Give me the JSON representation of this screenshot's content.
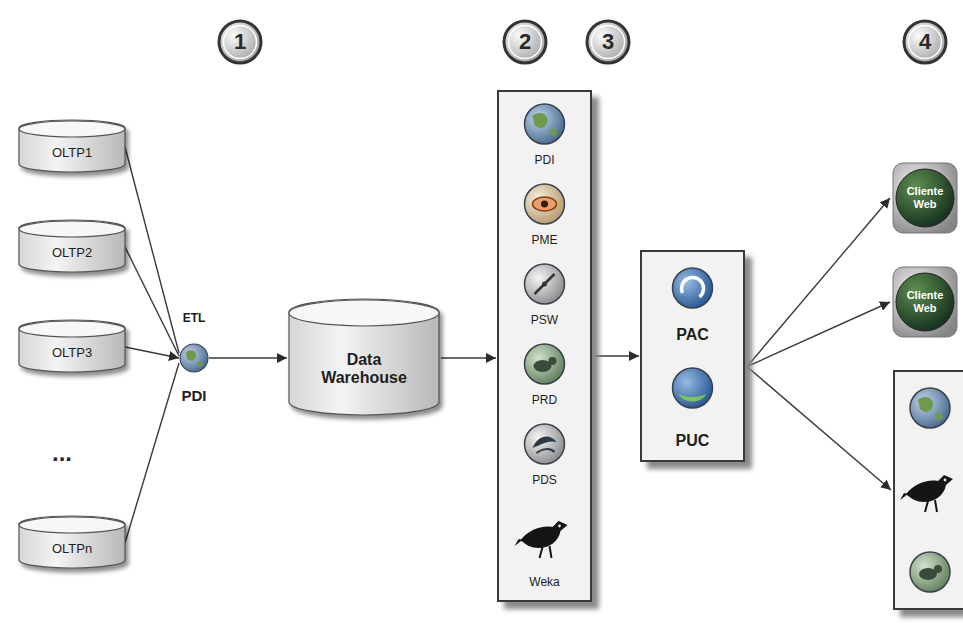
{
  "diagram": {
    "nodes": [
      {
        "text": [
          "OLTP1"
        ]
      },
      {
        "text": [
          "OLTP2"
        ]
      },
      {
        "text": [
          "OLTP3"
        ]
      },
      {
        "text": [
          "OLTPn"
        ]
      },
      {
        "text": [
          "ETL",
          "PDI"
        ]
      },
      {
        "text": [
          "Data Warehouse"
        ]
      },
      {
        "text": []
      },
      {
        "text": [
          "PDI"
        ],
        "in": 6
      },
      {
        "text": [
          "PME"
        ],
        "in": 6
      },
      {
        "text": [
          "PSW"
        ],
        "in": 6
      },
      {
        "text": [
          "PRD"
        ],
        "in": 6
      },
      {
        "text": [
          "PDS"
        ],
        "in": 6
      },
      {
        "text": [
          "Weka"
        ],
        "in": 6
      },
      {
        "text": []
      },
      {
        "text": [
          "PAC"
        ],
        "in": 13
      },
      {
        "text": [
          "PUC"
        ],
        "in": 13
      },
      {
        "text": [
          "Cliente Web"
        ]
      },
      {
        "text": [
          "Cliente Web"
        ]
      },
      {
        "text": []
      }
    ],
    "edges": [
      {
        "from": 0,
        "to": 4,
        "arrow": "none"
      },
      {
        "from": 1,
        "to": 4,
        "arrow": "none"
      },
      {
        "from": 2,
        "to": 4,
        "arrow": "to"
      },
      {
        "from": 3,
        "to": 4,
        "arrow": "none"
      },
      {
        "from": 4,
        "to": 5,
        "arrow": "to"
      },
      {
        "from": 5,
        "to": 6,
        "arrow": "to"
      },
      {
        "from": 6,
        "to": 13,
        "arrow": "to"
      },
      {
        "from": 13,
        "to": 16,
        "arrow": "to"
      },
      {
        "from": 13,
        "to": 17,
        "arrow": "to"
      },
      {
        "from": 13,
        "to": 18,
        "arrow": "to"
      }
    ],
    "labels": [
      "1",
      "2",
      "3",
      "4",
      "..."
    ]
  }
}
